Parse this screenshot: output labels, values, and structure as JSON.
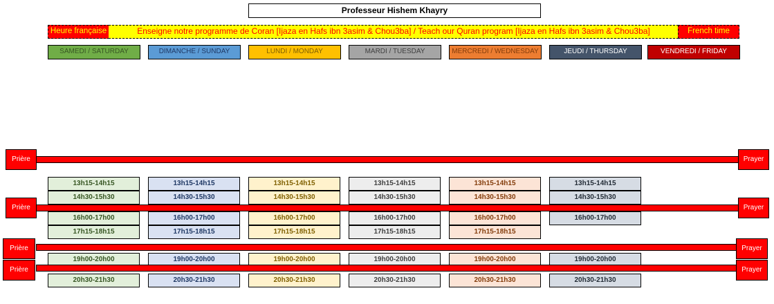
{
  "title": "Professeur Hishem Khayry",
  "banner": {
    "left": "Heure française",
    "middle": "Enseigne notre programme de Coran [Ijaza en Hafs ibn 3asim & Chou3ba] / Teach our Quran program [Ijaza en Hafs ibn 3asim & Chou3ba]",
    "right": "French time"
  },
  "days": [
    {
      "label": "SAMEDI / SATURDAY",
      "bg": "#70ad47",
      "fg": "#375623",
      "slot_bg": "#e2efda",
      "slot_fg": "#375623"
    },
    {
      "label": "DIMANCHE / SUNDAY",
      "bg": "#5b9bd5",
      "fg": "#1f3864",
      "slot_bg": "#d9e1f2",
      "slot_fg": "#1f3864"
    },
    {
      "label": "LUNDI / MONDAY",
      "bg": "#ffc000",
      "fg": "#7f6000",
      "slot_bg": "#fff2cc",
      "slot_fg": "#7f6000"
    },
    {
      "label": "MARDI / TUESDAY",
      "bg": "#a5a5a5",
      "fg": "#404040",
      "slot_bg": "#ededed",
      "slot_fg": "#404040"
    },
    {
      "label": "MERCREDI / WEDNESDAY",
      "bg": "#ed7d31",
      "fg": "#833c0b",
      "slot_bg": "#fce4d6",
      "slot_fg": "#833c0b"
    },
    {
      "label": "JEUDI / THURSDAY",
      "bg": "#44546a",
      "fg": "#ffffff",
      "slot_bg": "#d6dce4",
      "slot_fg": "#222b35"
    },
    {
      "label": "VENDREDI / FRIDAY",
      "bg": "#c00000",
      "fg": "#ffffff",
      "slot_bg": "#ffffff",
      "slot_fg": "#000000"
    }
  ],
  "prayer": {
    "left": "Prière",
    "right": "Prayer"
  },
  "slots": [
    {
      "time": "13h15-14h15",
      "days": 6
    },
    {
      "time": "14h30-15h30",
      "days": 6
    },
    {
      "time": "16h00-17h00",
      "days": 6
    },
    {
      "time": "17h15-18h15",
      "days": 5
    },
    {
      "time": "19h00-20h00",
      "days": 6
    },
    {
      "time": "20h30-21h30",
      "days": 6
    }
  ],
  "colors": {
    "prayer_bar": "#ff0000",
    "banner_side": "#ff0000",
    "banner_middle": "#ffff00"
  }
}
